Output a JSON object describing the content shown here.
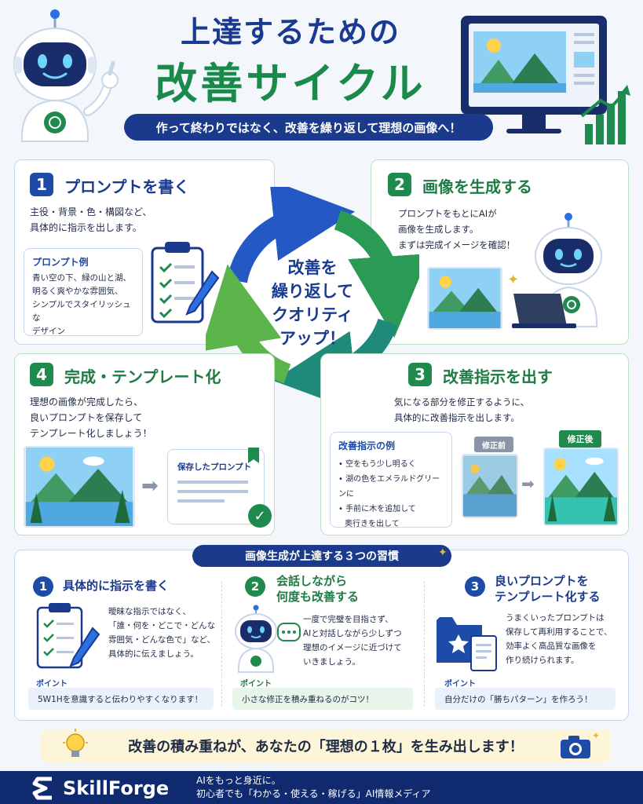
{
  "header": {
    "title_line1": "上達するための",
    "title_line2": "改善サイクル",
    "subtitle": "作って終わりではなく、改善を繰り返して理想の画像へ！"
  },
  "cycle": {
    "center_line1": "改善を",
    "center_line2": "繰り返して",
    "center_line3": "クオリティ",
    "center_line4": "アップ！"
  },
  "steps": [
    {
      "number": "1",
      "title": "プロンプトを書く",
      "body_line1": "主役・背景・色・構図など、",
      "body_line2": "具体的に指示を出します。",
      "note_title": "プロンプト例",
      "note_line1": "青い空の下、緑の山と湖、",
      "note_line2": "明るく爽やかな雰囲気、",
      "note_line3": "シンプルでスタイリッシュな",
      "note_line4": "デザイン"
    },
    {
      "number": "2",
      "title": "画像を生成する",
      "body_line1": "プロンプトをもとにAIが",
      "body_line2": "画像を生成します。",
      "body_line3": "まずは完成イメージを確認！"
    },
    {
      "number": "3",
      "title": "改善指示を出す",
      "body_line1": "気になる部分を修正するように、",
      "body_line2": "具体的に改善指示を出します。",
      "note_title": "改善指示の例",
      "note_line1": "• 空をもう少し明るく",
      "note_line2": "• 湖の色をエメラルドグリーンに",
      "note_line3": "• 手前に木を追加して",
      "note_line4": "奥行きを出して",
      "before_label": "修正前",
      "after_label": "修正後"
    },
    {
      "number": "4",
      "title": "完成・テンプレート化",
      "body_line1": "理想の画像が完成したら、",
      "body_line2": "良いプロンプトを保存して",
      "body_line3": "テンプレート化しましょう！",
      "saved_label": "保存したプロンプト"
    }
  ],
  "habits": {
    "heading": "画像生成が上達する３つの習慣",
    "items": [
      {
        "number": "1",
        "title_line1": "具体的に指示を書く",
        "body_line1": "曖昧な指示ではなく、",
        "body_line2": "「誰・何を・どこで・どんな",
        "body_line3": "雰囲気・どんな色で」など、",
        "body_line4": "具体的に伝えましょう。",
        "point_label": "ポイント",
        "point_text": "5W1Hを意識すると伝わりやすくなります！"
      },
      {
        "number": "2",
        "title_line1": "会話しながら",
        "title_line2": "何度も改善する",
        "body_line1": "一度で完璧を目指さず、",
        "body_line2": "AIと対話しながら少しずつ",
        "body_line3": "理想のイメージに近づけて",
        "body_line4": "いきましょう。",
        "point_label": "ポイント",
        "point_text": "小さな修正を積み重ねるのがコツ！"
      },
      {
        "number": "3",
        "title_line1": "良いプロンプトを",
        "title_line2": "テンプレート化する",
        "body_line1": "うまくいったプロンプトは",
        "body_line2": "保存して再利用することで、",
        "body_line3": "効率よく高品質な画像を",
        "body_line4": "作り続けられます。",
        "point_label": "ポイント",
        "point_text": "自分だけの「勝ちパターン」を作ろう！"
      }
    ]
  },
  "message": "改善の積み重ねが、あなたの「理想の１枚」を生み出します！",
  "footer": {
    "brand": "SkillForge",
    "tagline1": "AIをもっと身近に。",
    "tagline2": "初心者でも「わかる・使える・稼げる」AI情報メディア"
  },
  "colors": {
    "navy": "#1b3a8c",
    "blue": "#1e4aa8",
    "green": "#1f8a4d",
    "footer": "#0f2a6e"
  }
}
